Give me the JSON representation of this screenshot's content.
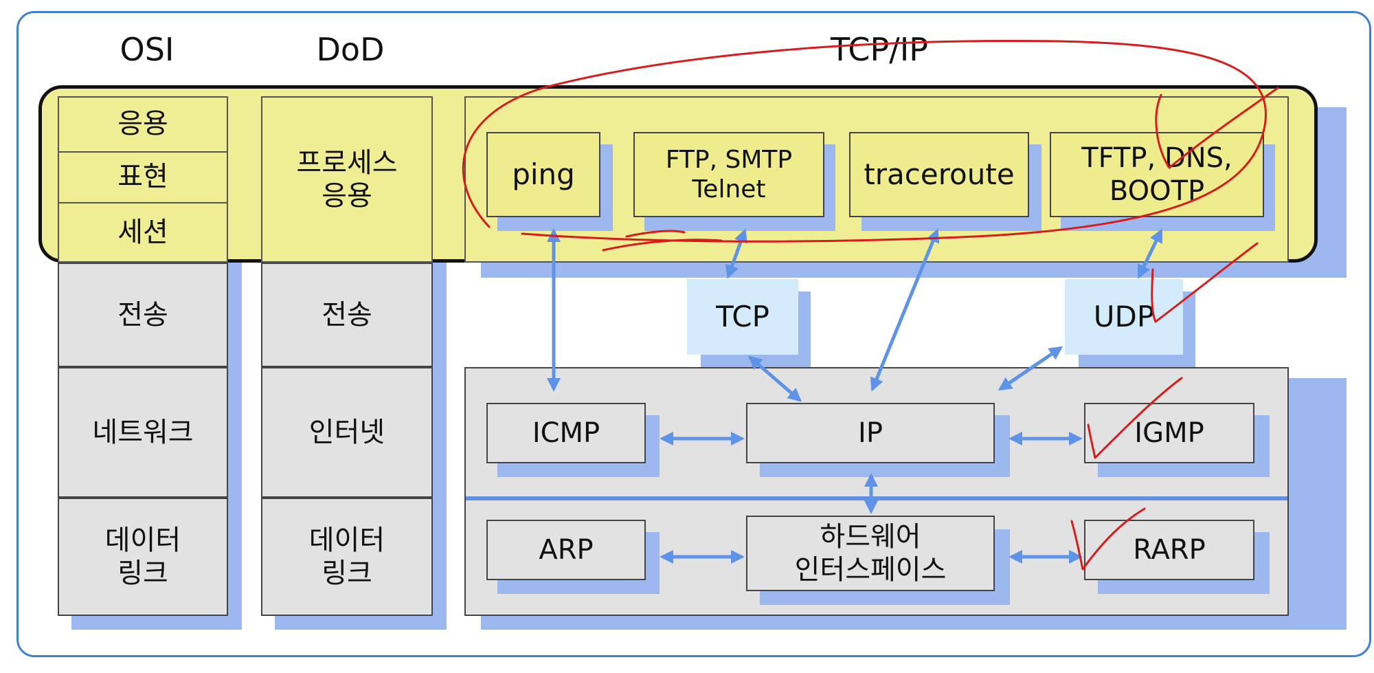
{
  "headers": {
    "osi": "OSI",
    "dod": "DoD",
    "tcpip": "TCP/IP"
  },
  "osi_layers": [
    "응용",
    "표현",
    "세션",
    "전송",
    "네트워크",
    "데이터\n링크"
  ],
  "dod_layers": [
    "프로세스\n응용",
    "전송",
    "인터넷",
    "데이터\n링크"
  ],
  "applications": [
    "ping",
    "FTP, SMTP\nTelnet",
    "traceroute",
    "TFTP, DNS,\nBOOTP"
  ],
  "transport": [
    "TCP",
    "UDP"
  ],
  "internet": [
    "ICMP",
    "IP",
    "IGMP"
  ],
  "link": [
    "ARP",
    "하드웨어\n인터스페이스",
    "RARP"
  ],
  "colors": {
    "highlight": "#f0ee94",
    "shadow": "#9db8ee",
    "arrow": "#5f93e8",
    "ink": "#d81b1b",
    "frame": "#3f7fd0"
  }
}
